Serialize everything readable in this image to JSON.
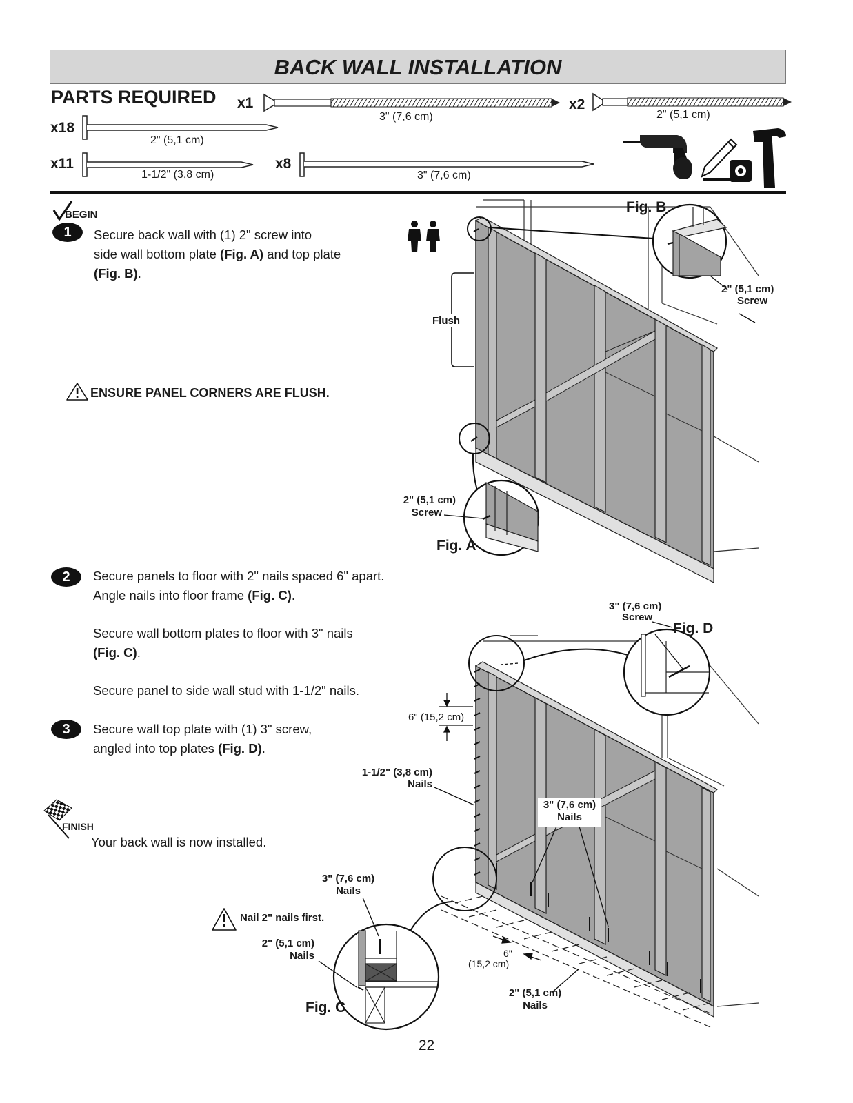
{
  "header": {
    "title": "BACK WALL INSTALLATION"
  },
  "parts": {
    "heading": "PARTS REQUIRED",
    "items": [
      {
        "qty": "x1",
        "size": "3\" (7,6 cm)",
        "kind": "screw"
      },
      {
        "qty": "x2",
        "size": "2\" (5,1 cm)",
        "kind": "screw"
      },
      {
        "qty": "x18",
        "size": "2\" (5,1 cm)",
        "kind": "nail"
      },
      {
        "qty": "x11",
        "size": "1-1/2\" (3,8 cm)",
        "kind": "nail"
      },
      {
        "qty": "x8",
        "size": "3\" (7,6 cm)",
        "kind": "nail"
      }
    ],
    "tools": [
      "drill-icon",
      "pencil-icon",
      "tape-measure-icon",
      "hammer-icon"
    ]
  },
  "begin_label": "BEGIN",
  "steps": {
    "s1": {
      "num": "1",
      "line1": "Secure back wall with (1) 2\" screw into",
      "line2_a": "side wall bottom plate ",
      "line2_b": "(Fig. A)",
      "line2_c": " and top plate",
      "line3_a": "(Fig. B)",
      "line3_b": "."
    },
    "warning1": "ENSURE PANEL CORNERS ARE FLUSH.",
    "s2": {
      "num": "2",
      "p1_line1": "Secure panels to floor with 2\" nails spaced 6\" apart.",
      "p1_line2_a": "Angle nails into floor frame ",
      "p1_line2_b": "(Fig. C)",
      "p1_line2_c": ".",
      "p2_line1": "Secure wall bottom plates to floor with 3\" nails",
      "p2_line2_a": "(Fig. C)",
      "p2_line2_b": ".",
      "p3_line1": "Secure panel to side wall stud with 1-1/2\" nails."
    },
    "s3": {
      "num": "3",
      "line1": "Secure wall top plate with (1) 3\" screw,",
      "line2_a": "angled into top plates ",
      "line2_b": "(Fig. D)",
      "line2_c": "."
    },
    "finish_label": "FINISH",
    "finish_text": "Your back wall is now installed.",
    "warning2": "Nail 2\" nails first."
  },
  "figure1": {
    "fig_b": "Fig. B",
    "fig_a": "Fig. A",
    "flush": "Flush",
    "screw_b_1": "2\" (5,1 cm)",
    "screw_b_2": "Screw",
    "screw_a_1": "2\" (5,1 cm)",
    "screw_a_2": "Screw"
  },
  "figure2": {
    "fig_d": "Fig. D",
    "fig_c": "Fig. C",
    "screw_d_1": "3\" (7,6 cm)",
    "screw_d_2": "Screw",
    "spacing": "6\" (15,2 cm)",
    "side_nails_1": "1-1/2\" (3,8 cm)",
    "side_nails_2": "Nails",
    "n3_center_1": "3\" (7,6 cm)",
    "n3_center_2": "Nails",
    "n3_c_1": "3\" (7,6 cm)",
    "n3_c_2": "Nails",
    "n2_c_1": "2\" (5,1 cm)",
    "n2_c_2": "Nails",
    "floor_spacing_1": "6\"",
    "floor_spacing_2": "(15,2 cm)",
    "n2_floor_1": "2\" (5,1 cm)",
    "n2_floor_2": "Nails"
  },
  "page_number": "22"
}
